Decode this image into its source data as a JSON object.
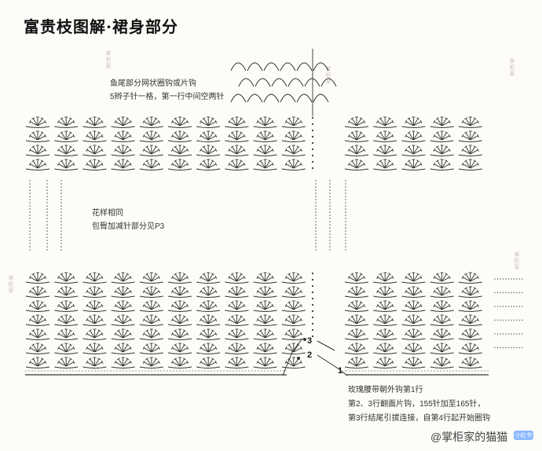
{
  "title": "富贵枝图解·裙身部分",
  "notes": {
    "top": [
      "鱼尾部分网状圈钩或片钩",
      "5辫子针一格，第一行中间空两针"
    ],
    "middle": [
      "花样相同",
      "包臀加减针部分见P3"
    ],
    "bottom": [
      "玫瑰腰带朝外钩第1行",
      "第2、3行翻面片钩，155针加至165针，",
      "第3行结尾引拔连接，自第4行起开始圈钩"
    ]
  },
  "row_markers": [
    "1",
    "2",
    "3"
  ],
  "watermark": "@掌柜家的猫猫",
  "seal_text": "掌柜家",
  "badge": "小红书",
  "symbols": {
    "shell": "fan-stitch-icon",
    "chain": "chain-stitch-dot",
    "arch": "chain-arch-icon"
  }
}
